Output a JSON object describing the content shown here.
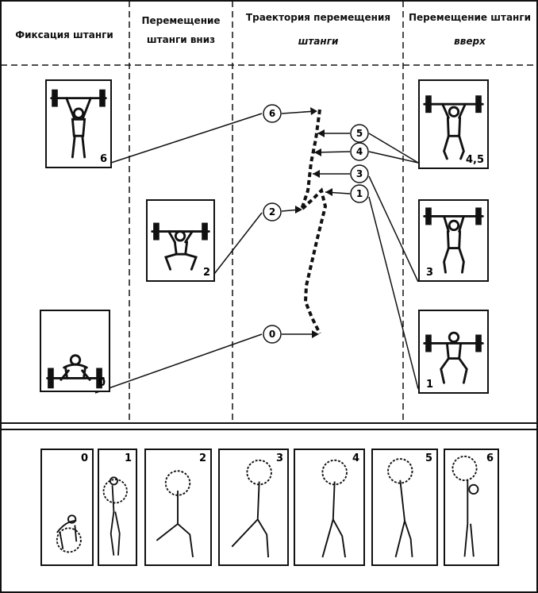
{
  "headers": {
    "col1": "Фиксация штанги",
    "col2_line1": "Перемещение",
    "col2_line2": "штанги вниз",
    "col3_line1": "Траектория перемещения",
    "col3_line2": "штанги",
    "col4_line1": "Перемещение штанги",
    "col4_line2": "вверх"
  },
  "figures": {
    "fix": "6",
    "down": "2",
    "start": "0",
    "up_top": "4,5",
    "up_mid": "3",
    "up_low": "1"
  },
  "markers": [
    "6",
    "5",
    "4",
    "3",
    "2",
    "1",
    "0"
  ],
  "sequence": [
    "0",
    "1",
    "2",
    "3",
    "4",
    "5",
    "6"
  ]
}
